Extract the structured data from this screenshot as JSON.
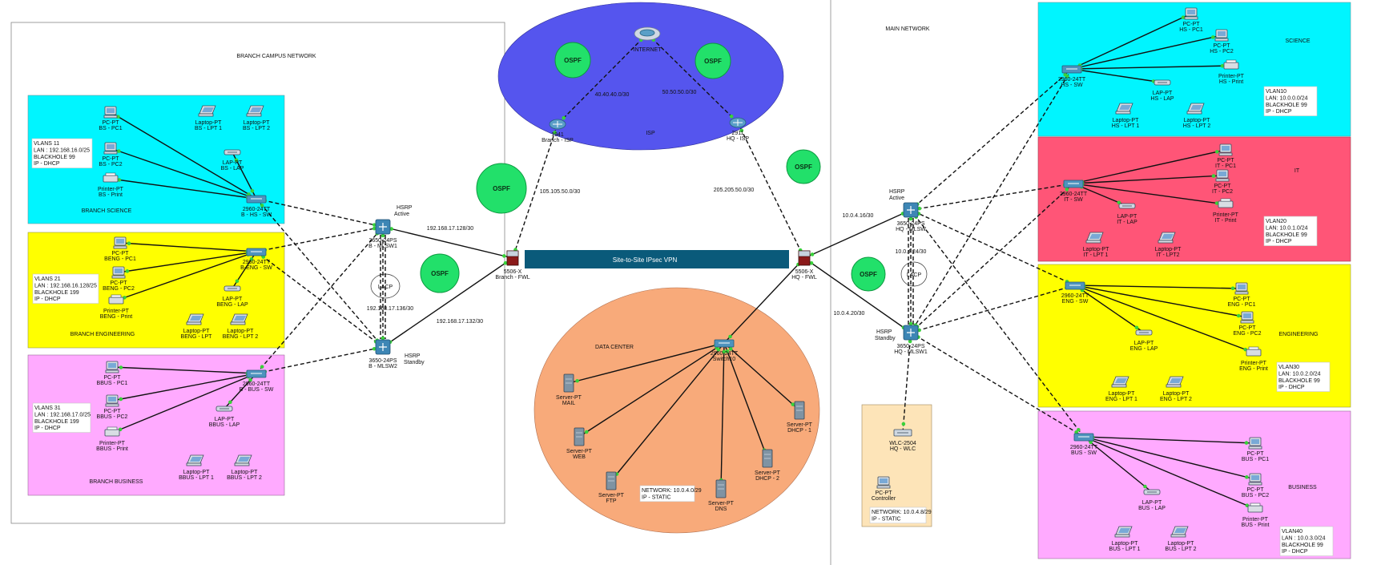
{
  "titles": {
    "branch_campus": "BRANCH CAMPUS NETWORK",
    "main_network": "MAIN NETWORK",
    "isp": "ISP",
    "data_center": "DATA CENTER",
    "vpn": "Site-to-Site IPsec VPN",
    "ospf": "OSPF",
    "lacp": "LACP"
  },
  "zones": {
    "branch_science": "BRANCH SCIENCE",
    "branch_engineering": "BRANCH ENGINEERING",
    "branch_business": "BRANCH BUSINESS",
    "science": "SCIENCE",
    "it": "IT",
    "engineering": "ENGINEERING",
    "business": "BUSINESS"
  },
  "colors": {
    "cyan": "#00f5ff",
    "yellow": "#ffff00",
    "pink": "#ffaaff",
    "red": "#ff5577",
    "isp_blue": "#5555ee",
    "datacenter_orange": "#f8aa7a",
    "wlc_tan": "#fde4b8",
    "vpn_bar": "#0a5a7a",
    "ospf_green": "#22e06a"
  },
  "info_boxes": {
    "bs": [
      "VLANS 11",
      "LAN : 192.168.16.0/25",
      "BLACKHOLE 99",
      "IP - DHCP"
    ],
    "beng": [
      "VLANS 21",
      "LAN : 192.168.16.128/25",
      "BLACKHOLE 199",
      "IP - DHCP"
    ],
    "bbus": [
      "VLANS 31",
      "LAN : 192.168.17.0/25",
      "BLACKHOLE 199",
      "IP - DHCP"
    ],
    "science": [
      "VLAN10",
      "LAN: 10.0.0.0/24",
      "BLACKHOLE 99",
      "IP - DHCP"
    ],
    "it": [
      "VLAN20",
      "LAN: 10.0.1.0/24",
      "BLACKHOLE 99",
      "IP - DHCP"
    ],
    "eng": [
      "VLAN30",
      "LAN: 10.0.2.0/24",
      "BLACKHOLE 99",
      "IP - DHCP"
    ],
    "bus": [
      "VLAN40",
      "LAN : 10.0.3.0/24",
      "BLACKHOLE 99",
      "IP - DHCP"
    ],
    "dc": [
      "NETWORK: 10.0.4.0/29",
      "IP - STATIC"
    ],
    "wlc": [
      "NETWORK: 10.0.4.8/29",
      "IP - STATIC"
    ]
  },
  "link_labels": {
    "isp_branch": "40.40.40.0/30",
    "isp_hq": "50.50.50.0/30",
    "branch_isp_fw": "105.105.50.0/30",
    "hq_isp_fw": "205.205.50.0/30",
    "b_mlsw1_fw": "192.168.17.128/30",
    "b_mlsw_lacp": "192.168.17.136/30",
    "b_mlsw2_fw": "192.168.17.132/30",
    "hq_mlsw_fw": "10.0.4.16/30",
    "hq_lacp": "10.0.4.24/30",
    "hq_mlsw1_fw": "10.0.4.20/30"
  },
  "hsrp": {
    "b_active": [
      "HSRP",
      "Active"
    ],
    "b_standby": [
      "HSRP",
      "Standby"
    ],
    "hq_active": [
      "HSRP",
      "Active"
    ],
    "hq_standby": [
      "HSRP",
      "Standby"
    ]
  },
  "devices": {
    "internet": [
      "",
      "INTERNET"
    ],
    "branch_isp": [
      "1941",
      "Branch - ISP"
    ],
    "hq_isp": [
      "2911",
      "HQ - ISP"
    ],
    "branch_fw": [
      "5506-X",
      "Branch - FWL"
    ],
    "hq_fw": [
      "5506-X",
      "HQ - FWL"
    ],
    "b_mlsw1": [
      "3650-24PS",
      "B - MLSW1"
    ],
    "b_mlsw2": [
      "3650-24PS",
      "B - MLSW2"
    ],
    "hq_mlsw": [
      "3650-24PS",
      "HQ - MLSW"
    ],
    "hq_mlsw1": [
      "3650-24PS",
      "HQ - MLSW1"
    ],
    "bs_sw": [
      "2960-24TT",
      "B - HS - SW"
    ],
    "beng_sw": [
      "2960-24TT",
      "B-ENG - SW"
    ],
    "bbus_sw": [
      "2960-24TT",
      "B - BUS - SW"
    ],
    "bs_pc1": [
      "PC-PT",
      "BS - PC1"
    ],
    "bs_pc2": [
      "PC-PT",
      "BS - PC2"
    ],
    "bs_print": [
      "Printer-PT",
      "BS - Print"
    ],
    "bs_lpt1": [
      "Laptop-PT",
      "BS - LPT 1"
    ],
    "bs_lpt2": [
      "Laptop-PT",
      "BS - LPT 2"
    ],
    "bs_lap": [
      "LAP-PT",
      "BS - LAP"
    ],
    "beng_pc1": [
      "PC-PT",
      "BENG - PC1"
    ],
    "beng_pc2": [
      "PC-PT",
      "BENG - PC2"
    ],
    "beng_print": [
      "Printer-PT",
      "BENG - Print"
    ],
    "beng_lap": [
      "LAP-PT",
      "BENG - LAP"
    ],
    "beng_lpt": [
      "Laptop-PT",
      "BENG - LPT"
    ],
    "beng_lpt2": [
      "Laptop-PT",
      "BENG - LPT 2"
    ],
    "bbus_pc1": [
      "PC-PT",
      "BBUS - PC1"
    ],
    "bbus_pc2": [
      "PC-PT",
      "BBUS - PC2"
    ],
    "bbus_print": [
      "Printer-PT",
      "BBUS - Print"
    ],
    "bbus_lap": [
      "LAP-PT",
      "BBUS - LAP"
    ],
    "bbus_lpt1": [
      "Laptop-PT",
      "BBUS - LPT 1"
    ],
    "bbus_lpt2": [
      "Laptop-PT",
      "BBUS - LPT 2"
    ],
    "dc_switch": [
      "2960-24TT",
      "Switch10"
    ],
    "srv_mail": [
      "Server-PT",
      "MAIL"
    ],
    "srv_web": [
      "Server-PT",
      "WEB"
    ],
    "srv_ftp": [
      "Server-PT",
      "FTP"
    ],
    "srv_dns": [
      "Server-PT",
      "DNS"
    ],
    "srv_dhcp2": [
      "Server-PT",
      "DHCP - 2"
    ],
    "srv_dhcp1": [
      "Server-PT",
      "DHCP - 1"
    ],
    "wlc": [
      "WLC-2504",
      "HQ - WLC"
    ],
    "controller": [
      "PC-PT",
      "Controller"
    ],
    "hs_sw": [
      "2960-24TT",
      "HS - SW"
    ],
    "hs_pc1": [
      "PC-PT",
      "HS - PC1"
    ],
    "hs_pc2": [
      "PC-PT",
      "HS - PC2"
    ],
    "hs_print": [
      "Printer-PT",
      "HS - Print"
    ],
    "hs_lap": [
      "LAP-PT",
      "HS - LAP"
    ],
    "hs_lpt1": [
      "Laptop-PT",
      "HS - LPT 1"
    ],
    "hs_lpt2": [
      "Laptop-PT",
      "HS - LPT 2"
    ],
    "it_sw": [
      "2960-24TT",
      "IT - SW"
    ],
    "it_pc1": [
      "PC-PT",
      "IT - PC1"
    ],
    "it_pc2": [
      "PC-PT",
      "IT - PC2"
    ],
    "it_print": [
      "Printer-PT",
      "IT - Print"
    ],
    "it_lap": [
      "LAP-PT",
      "IT - LAP"
    ],
    "it_lpt1": [
      "Laptop-PT",
      "IT - LPT 1"
    ],
    "it_lpt2": [
      "Laptop-PT",
      "IT - LPT2"
    ],
    "eng_sw": [
      "2960-24TT",
      "ENG - SW"
    ],
    "eng_pc1": [
      "PC-PT",
      "ENG - PC1"
    ],
    "eng_pc2": [
      "PC-PT",
      "ENG - PC2"
    ],
    "eng_print": [
      "Printer-PT",
      "ENG - Print"
    ],
    "eng_lap": [
      "LAP-PT",
      "ENG - LAP"
    ],
    "eng_lpt1": [
      "Laptop-PT",
      "ENG - LPT 1"
    ],
    "eng_lpt2": [
      "Laptop-PT",
      "ENG - LPT 2"
    ],
    "bus_sw": [
      "2960-24TT",
      "BUS - SW"
    ],
    "bus_pc1": [
      "PC-PT",
      "BUS - PC1"
    ],
    "bus_pc2": [
      "PC-PT",
      "BUS - PC2"
    ],
    "bus_print": [
      "Printer-PT",
      "BUS - Print"
    ],
    "bus_lap": [
      "LAP-PT",
      "BUS - LAP"
    ],
    "bus_lpt1": [
      "Laptop-PT",
      "BUS - LPT 1"
    ],
    "bus_lpt2": [
      "Laptop-PT",
      "BUS - LPT 2"
    ]
  }
}
